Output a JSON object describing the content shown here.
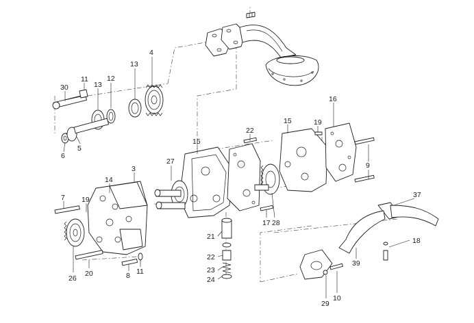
{
  "diagram": {
    "labels": [
      "30",
      "11",
      "13",
      "12",
      "13",
      "4",
      "6",
      "5",
      "7",
      "14",
      "3",
      "19",
      "26",
      "20",
      "8",
      "11",
      "27",
      "15",
      "22",
      "15",
      "19",
      "16",
      "9",
      "21",
      "22",
      "23",
      "24",
      "17",
      "28",
      "37",
      "18",
      "39",
      "29",
      "10"
    ]
  },
  "colors": {
    "line": "#1a1a1a",
    "background": "#ffffff"
  }
}
